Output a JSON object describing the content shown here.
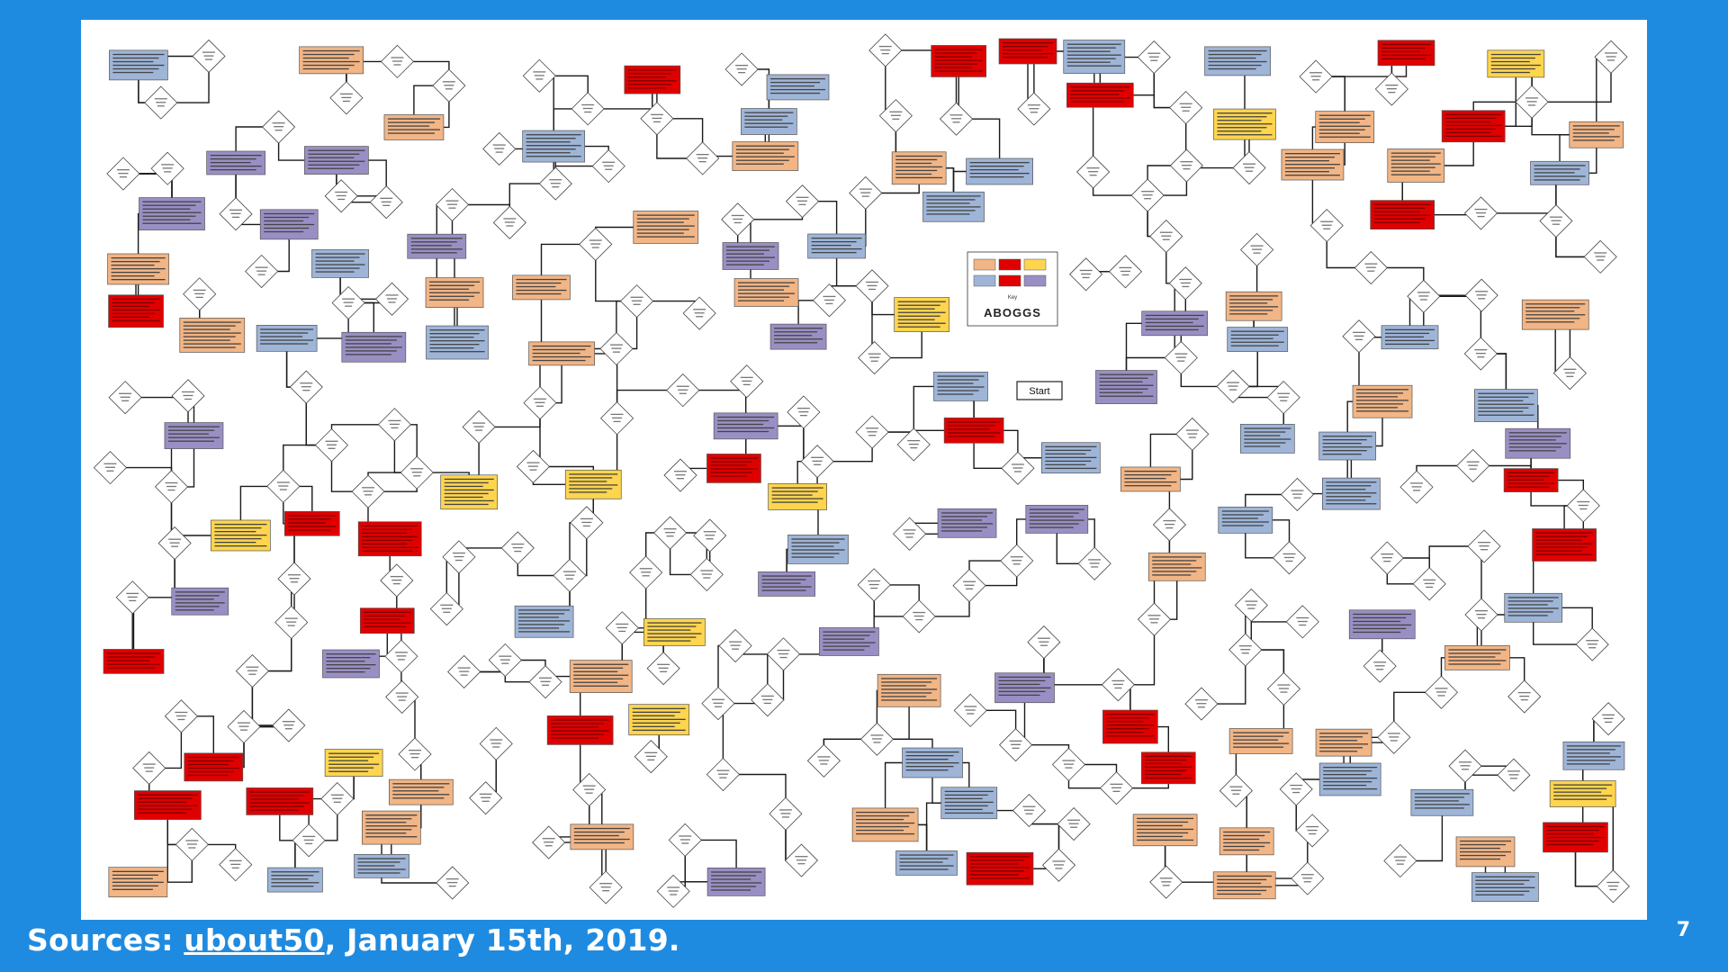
{
  "slide": {
    "sources_prefix": "Sources:",
    "source_link": "ubout50",
    "sources_suffix": ", January 15th, 2019.",
    "page_number": "7"
  },
  "colors": {
    "background": "#1f8be0",
    "panel": "#ffffff",
    "edge": "#1a1a1a",
    "wizard": "#f2b585",
    "sorcerer": "#9eb5d8",
    "warlock": "#9a8fc4",
    "bard": "#ffd54d",
    "unknown": "#e00000"
  },
  "flowchart": {
    "start_label": "Start",
    "logo_text": "ABOGGS",
    "legend_caption": "Key"
  }
}
